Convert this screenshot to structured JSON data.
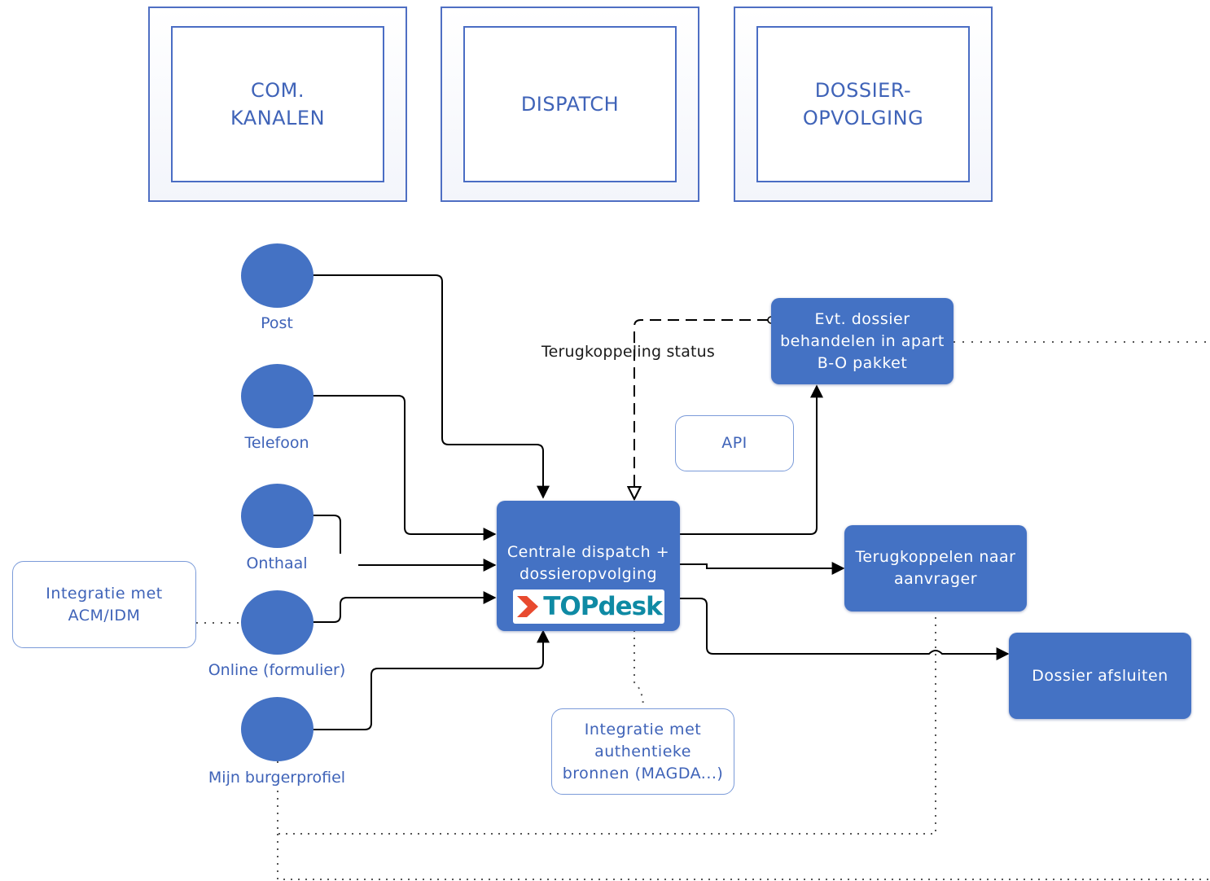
{
  "header": {
    "boxes": [
      {
        "label": "COM.\nKANALEN"
      },
      {
        "label": "DISPATCH"
      },
      {
        "label": "DOSSIER-\nOPVOLGING"
      }
    ]
  },
  "channels": [
    {
      "label": "Post"
    },
    {
      "label": "Telefoon"
    },
    {
      "label": "Onthaal"
    },
    {
      "label": "Online (formulier)"
    },
    {
      "label": "Mijn burgerprofiel"
    }
  ],
  "integration_acm": "Integratie met\nACM/IDM",
  "integration_sources": "Integratie met\nauthentieke\nbronnen (MAGDA...)",
  "api_label": "API",
  "central": {
    "label": "Centrale dispatch +\ndossieropvolging",
    "logo_text": "TOPdesk"
  },
  "feedback_status": "Terugkoppeling status",
  "bo_package": "Evt. dossier\nbehandelen in apart\nB-O pakket",
  "feedback_requester": "Terugkoppelen naar\naanvrager",
  "close_file": "Dossier afsluiten",
  "colors": {
    "primary": "#4472c4",
    "label_blue": "#3f63b8",
    "logo_red": "#e84a2f",
    "logo_teal": "#0f8aa4"
  }
}
